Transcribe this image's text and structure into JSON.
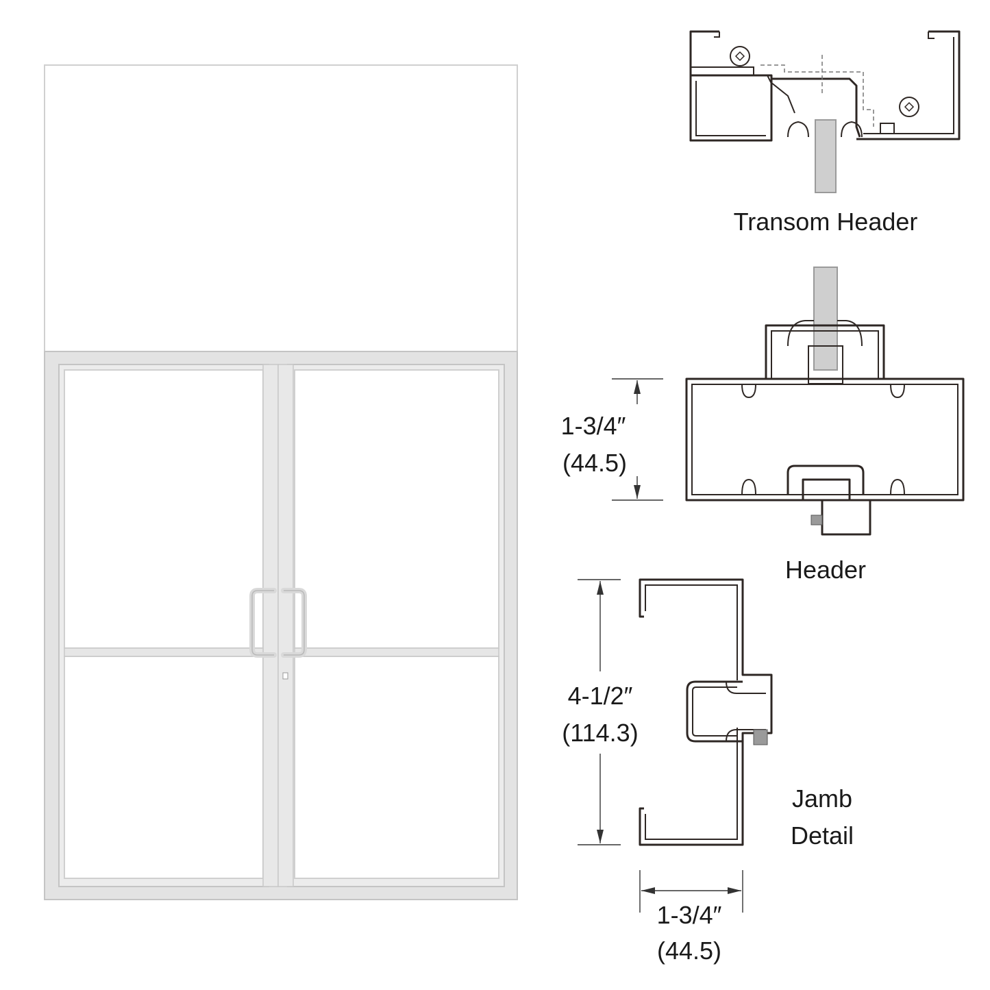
{
  "door_elevation": {
    "description_label": ""
  },
  "details": {
    "transom_header": {
      "label": "Transom Header"
    },
    "header": {
      "label": "Header",
      "dim_imperial": "1-3/4″",
      "dim_metric": "(44.5)"
    },
    "jamb": {
      "label_line1": "Jamb",
      "label_line2": "Detail",
      "height_imperial": "4-1/2″",
      "height_metric": "(114.3)",
      "width_imperial": "1-3/4″",
      "width_metric": "(44.5)"
    }
  },
  "colors": {
    "frame": "#e3e3e3",
    "profile_stroke": "#2e2724",
    "background": "#ffffff"
  }
}
